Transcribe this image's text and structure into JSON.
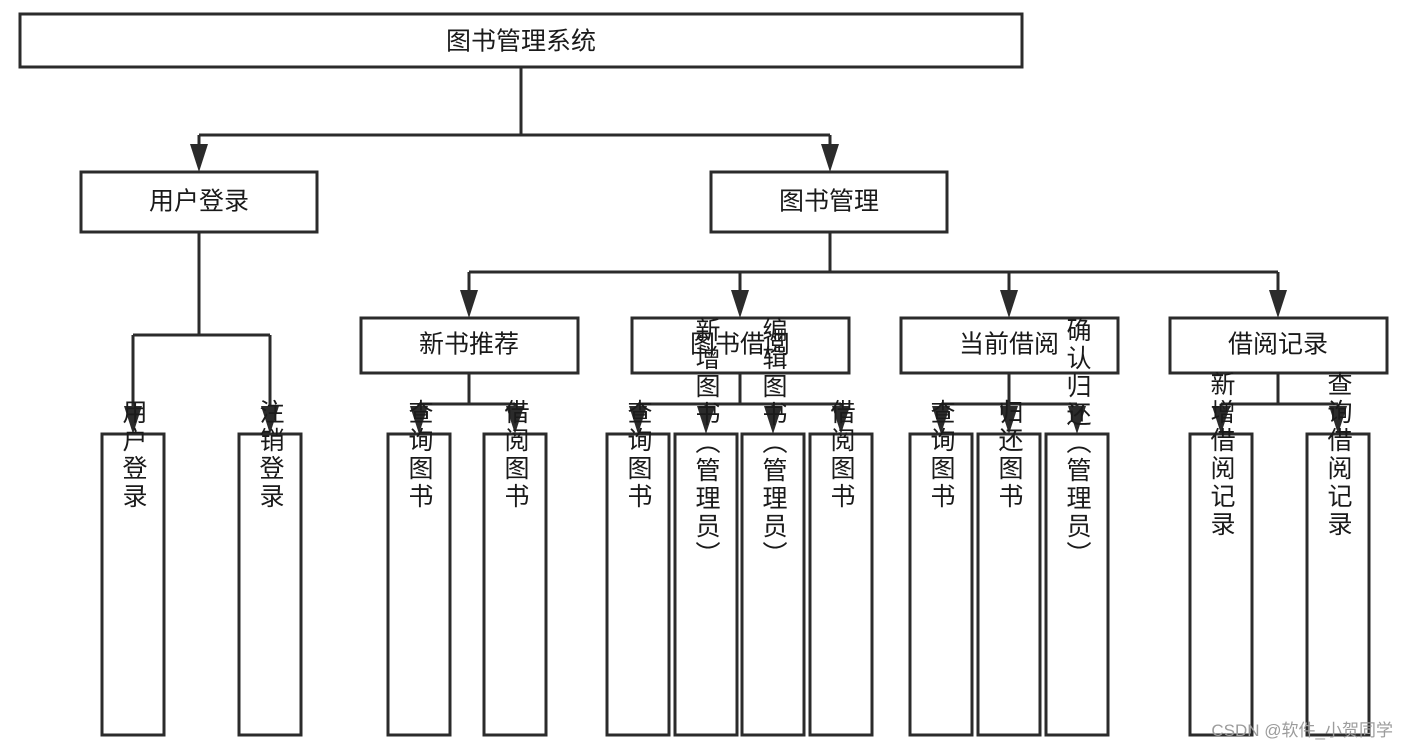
{
  "diagram": {
    "title": "图书管理系统",
    "type": "tree",
    "theme": {
      "background": "#ffffff",
      "box_stroke": "#2b2b2b",
      "box_fill": "#ffffff",
      "text_color": "#1a1a1a",
      "watermark_color": "#9c9c9c"
    },
    "root": {
      "label": "图书管理系统"
    },
    "level2": [
      {
        "label": "用户登录"
      },
      {
        "label": "图书管理"
      }
    ],
    "level3": [
      {
        "label": "新书推荐"
      },
      {
        "label": "图书借阅"
      },
      {
        "label": "当前借阅"
      },
      {
        "label": "借阅记录"
      }
    ],
    "leaves": {
      "user_login": [
        {
          "label": "用户登录"
        },
        {
          "label": "注销登录"
        }
      ],
      "new_book_recommend": [
        {
          "label": "查询图书"
        },
        {
          "label": "借阅图书"
        }
      ],
      "book_borrow": [
        {
          "label": "查询图书"
        },
        {
          "label": "新增图书（管理员）"
        },
        {
          "label": "编辑图书（管理员）"
        },
        {
          "label": "借阅图书"
        }
      ],
      "current_borrow": [
        {
          "label": "查询图书"
        },
        {
          "label": "归还图书"
        },
        {
          "label": "确认归还（管理员）"
        }
      ],
      "borrow_records": [
        {
          "label": "新增借阅记录"
        },
        {
          "label": "查询借阅记录"
        }
      ]
    },
    "watermark": "CSDN @软件_小贺同学"
  }
}
